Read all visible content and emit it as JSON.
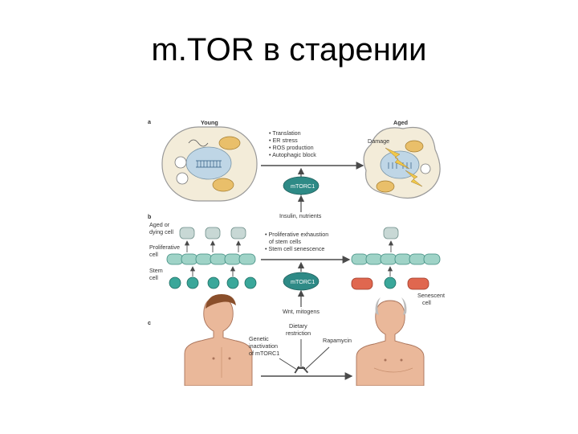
{
  "slide": {
    "title": "m.TOR в старении"
  },
  "panel_a": {
    "letter": "a",
    "young": "Young",
    "aged": "Aged",
    "damage": "Damage",
    "effects": [
      "• Translation",
      "• ER stress",
      "• ROS production",
      "• Autophagic block"
    ],
    "mtorc1": "mTORC1",
    "inputs": "Insulin, nutrients"
  },
  "panel_b": {
    "letter": "b",
    "aged_dying_1": "Aged or",
    "aged_dying_2": "dying cell",
    "prolif_1": "Proliferative",
    "prolif_2": "cell",
    "stem_1": "Stem",
    "stem_2": "cell",
    "effects_1": "• Proliferative exhaustion",
    "effects_2": "of stem cells",
    "effects_3": "• Stem cell senescence",
    "mtorc1": "mTORC1",
    "inputs": "Wnt, mitogens",
    "senescent_1": "Senescent",
    "senescent_2": "cell"
  },
  "panel_c": {
    "letter": "c",
    "diet_1": "Dietary",
    "diet_2": "restriction",
    "genetic_1": "Genetic",
    "genetic_2": "inactivation",
    "genetic_3": "of mTORC1",
    "rapamycin": "Rapamycin"
  },
  "colors": {
    "cell_fill": "#f3ecd9",
    "mito": "#e9bf6a",
    "nucleus": "#bfd6e6",
    "mtor": "#2e8a86",
    "prolif": "#9fd3c7",
    "stem": "#3aa79a",
    "senescent": "#e0674f",
    "skin": "#eab89a",
    "arrow": "#4a4a4a"
  }
}
